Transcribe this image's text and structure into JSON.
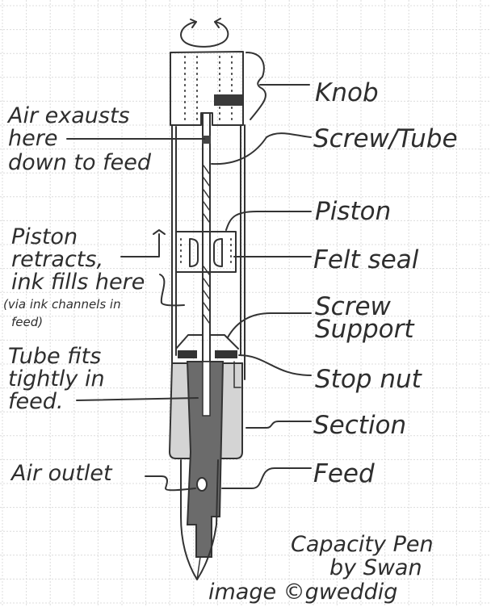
{
  "diagram": {
    "title_line1": "Capacity Pen",
    "title_line2": "by Swan",
    "credit": "image ©gweddig",
    "paper": "graph paper",
    "ink_color": "#333333",
    "feed_color": "#6b6b6b",
    "section_color": "#c8c8c8",
    "parts": [
      {
        "id": "knob",
        "label": "Knob"
      },
      {
        "id": "screw-tube",
        "label": "Screw/Tube"
      },
      {
        "id": "piston",
        "label": "Piston"
      },
      {
        "id": "felt-seal",
        "label": "Felt seal"
      },
      {
        "id": "screw-support",
        "label_line1": "Screw",
        "label_line2": "Support"
      },
      {
        "id": "stop-nut",
        "label": "Stop nut"
      },
      {
        "id": "section",
        "label": "Section"
      },
      {
        "id": "feed",
        "label": "Feed"
      }
    ],
    "notes": [
      {
        "id": "air-exhausts",
        "lines": [
          "Air exausts",
          "here",
          "down to feed"
        ]
      },
      {
        "id": "piston-retracts",
        "lines": [
          "Piston",
          "retracts,",
          "ink fills here"
        ]
      },
      {
        "id": "via-channels",
        "lines": [
          "(via ink channels in",
          "feed)"
        ]
      },
      {
        "id": "tube-fits",
        "lines": [
          "Tube fits",
          "tightly in",
          "feed."
        ]
      },
      {
        "id": "air-outlet",
        "lines": [
          "Air outlet"
        ]
      }
    ]
  }
}
